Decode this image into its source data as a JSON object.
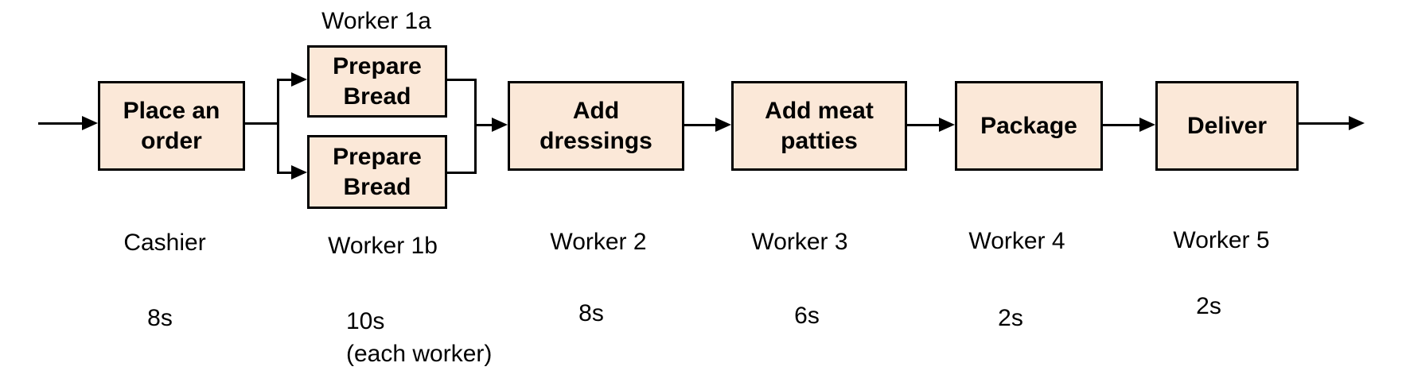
{
  "palette": {
    "background": "#ffffff",
    "box_fill": "#fbe8d8",
    "box_border": "#000000",
    "arrow": "#000000",
    "text": "#000000"
  },
  "nodes": {
    "place_order": "Place an\norder",
    "prepare_bread_a": "Prepare\nBread",
    "prepare_bread_b": "Prepare\nBread",
    "add_dressings": "Add\ndressings",
    "add_meat_patties": "Add meat\npatties",
    "package": "Package",
    "deliver": "Deliver"
  },
  "annotations": {
    "worker_1a": "Worker 1a",
    "roles": [
      "Cashier",
      "Worker 1b",
      "Worker 2",
      "Worker 3",
      "Worker 4",
      "Worker 5"
    ],
    "times": [
      "8s",
      "10s",
      "8s",
      "6s",
      "2s",
      "2s"
    ],
    "time_note": "(each worker)"
  }
}
